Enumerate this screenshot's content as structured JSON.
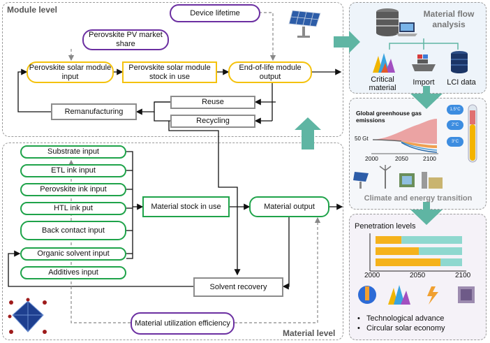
{
  "panels": {
    "module_level": "Module level",
    "material_level": "Material level"
  },
  "nodes": {
    "device_lifetime": "Device lifetime",
    "market_share": "Perovskite PV market share",
    "module_input": "Perovskite solar module input",
    "module_stock": "Perovskite solar module stock in use",
    "eol_output": "End-of-life module output",
    "reuse": "Reuse",
    "recycling": "Recycling",
    "remanufacturing": "Remanufacturing",
    "substrate_input": "Substrate input",
    "etl_input": "ETL ink input",
    "perovskite_ink_input": "Perovskite ink input",
    "htl_input": "HTL ink put",
    "back_contact_input": "Back contact input",
    "organic_solvent_input": "Organic solvent input",
    "additives_input": "Additives input",
    "material_stock": "Material stock in use",
    "material_output": "Material output",
    "solvent_recovery": "Solvent recovery",
    "utilization_efficiency": "Material utilization efficiency"
  },
  "mfa": {
    "title": "Material flow analysis",
    "items": [
      "Critical material",
      "Import",
      "LCI data"
    ]
  },
  "climate": {
    "chart_title": "Global greenhouse gas emissions",
    "y_tick": "50 Gt",
    "x_ticks": [
      "2000",
      "2050",
      "2100"
    ],
    "temps": [
      "1.5°C",
      "2°C",
      "3°C"
    ],
    "caption": "Climate and energy transition"
  },
  "penetration": {
    "title": "Penetration levels",
    "x_ticks": [
      "2000",
      "2050",
      "2100"
    ],
    "bars": [
      {
        "label": "",
        "value": 0.3
      },
      {
        "label": "",
        "value": 0.5
      },
      {
        "label": "",
        "value": 0.75
      }
    ],
    "bullets": [
      "Technological advance",
      "Circular solar economy"
    ]
  },
  "colors": {
    "yellow": "#f4c20d",
    "purple": "#6b2fa1",
    "green": "#1fa34a",
    "gray": "#8c8c8c",
    "teal_arrow": "#5fb5a3",
    "bar_orange": "#f5b21c",
    "bar_teal": "#8fd8cf"
  }
}
